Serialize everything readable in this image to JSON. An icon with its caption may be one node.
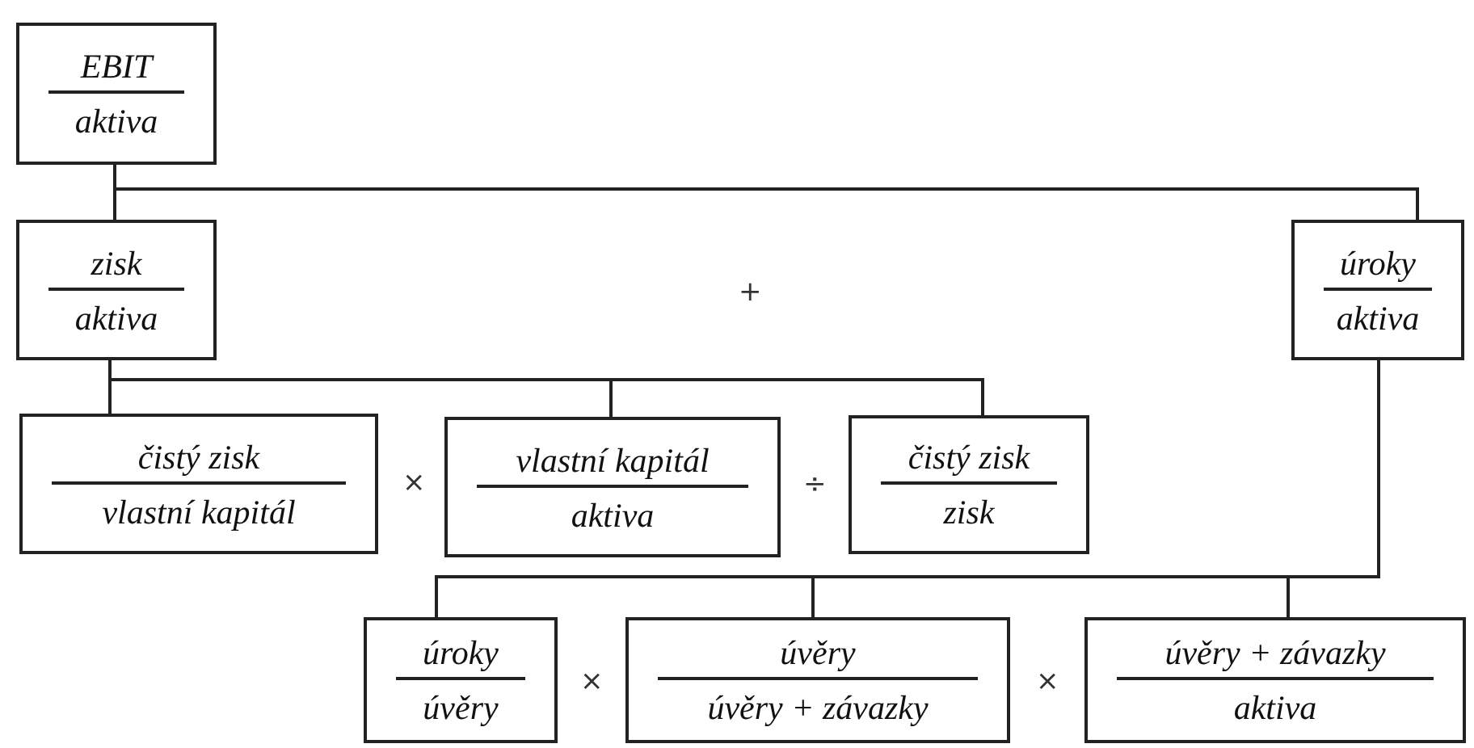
{
  "diagram": {
    "nodes": [
      {
        "text": [
          "EBIT",
          "aktiva"
        ]
      },
      {
        "text": [
          "zisk",
          "aktiva"
        ]
      },
      {
        "text": [
          "úroky",
          "aktiva"
        ]
      },
      {
        "text": [
          "čistý zisk",
          "vlastní kapitál"
        ]
      },
      {
        "text": [
          "vlastní kapitál",
          "aktiva"
        ]
      },
      {
        "text": [
          "čistý zisk",
          "zisk"
        ]
      },
      {
        "text": [
          "úroky",
          "úvěry"
        ]
      },
      {
        "text": [
          "úvěry",
          "úvěry + závazky"
        ]
      },
      {
        "text": [
          "úvěry + závazky",
          "aktiva"
        ]
      }
    ],
    "edges": [
      {
        "from": 0,
        "to": 1,
        "arrow": "none"
      },
      {
        "from": 0,
        "to": 2,
        "arrow": "none"
      },
      {
        "from": 1,
        "to": 3,
        "arrow": "none"
      },
      {
        "from": 1,
        "to": 4,
        "arrow": "none"
      },
      {
        "from": 1,
        "to": 5,
        "arrow": "none"
      },
      {
        "from": 2,
        "to": 6,
        "arrow": "none"
      },
      {
        "from": 2,
        "to": 7,
        "arrow": "none"
      },
      {
        "from": 2,
        "to": 8,
        "arrow": "none"
      }
    ],
    "labels": [
      "+",
      "×",
      "÷",
      "×",
      "×"
    ]
  }
}
